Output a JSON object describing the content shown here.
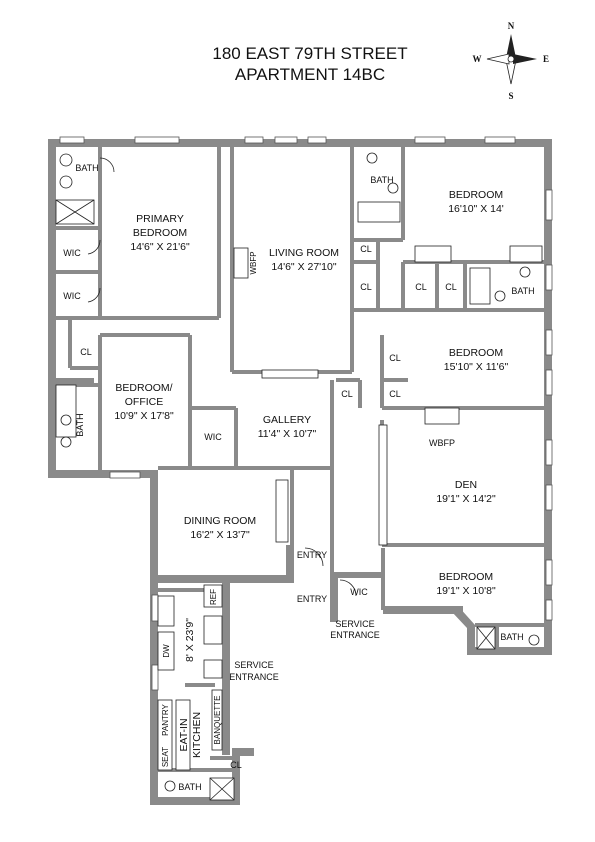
{
  "header": {
    "title_line1": "180 EAST 79TH STREET",
    "title_line2": "APARTMENT 14BC"
  },
  "compass": {
    "n": "N",
    "s": "S",
    "e": "E",
    "w": "W"
  },
  "rooms": {
    "primary_bedroom": {
      "line1": "PRIMARY",
      "line2": "BEDROOM",
      "dims": "14'6\" X 21'6\""
    },
    "living_room": {
      "name": "LIVING ROOM",
      "dims": "14'6\" X 27'10\""
    },
    "bedroom_ne": {
      "name": "BEDROOM",
      "dims": "16'10\" X 14'"
    },
    "bedroom_e": {
      "name": "BEDROOM",
      "dims": "15'10\" X 11'6\""
    },
    "bedroom_office": {
      "line1": "BEDROOM/",
      "line2": "OFFICE",
      "dims": "10'9\" X 17'8\""
    },
    "gallery": {
      "name": "GALLERY",
      "dims": "11'4\" X 10'7\""
    },
    "den": {
      "name": "DEN",
      "dims": "19'1\" X 14'2\""
    },
    "dining_room": {
      "name": "DINING ROOM",
      "dims": "16'2\" X 13'7\""
    },
    "bedroom_se": {
      "name": "BEDROOM",
      "dims": "19'1\" X 10'8\""
    },
    "kitchen": {
      "line1": "EAT-IN",
      "line2": "KITCHEN",
      "dims": "8' X 23'9\""
    }
  },
  "labels": {
    "bath": "BATH",
    "wic": "WIC",
    "cl": "CL",
    "wbfp": "WBFP",
    "entry": "ENTRY",
    "service": "SERVICE",
    "entrance": "ENTRANCE",
    "ref": "REF",
    "dw": "DW",
    "pantry": "PANTRY",
    "seat": "SEAT",
    "banquette": "BANQUETTE"
  }
}
